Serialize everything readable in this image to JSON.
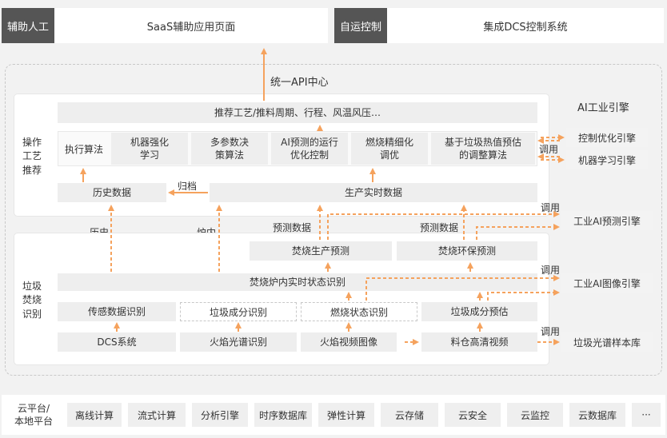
{
  "top": {
    "left_label": "辅助人工",
    "left_title": "SaaS辅助应用页面",
    "right_label": "自运控制",
    "right_title": "集成DCS控制系统"
  },
  "api_center": "统一API中心",
  "op": {
    "side_label": "操作\n工艺\n推荐",
    "recommend": "推荐工艺/推料周期、行程、风温风压…",
    "exec": "执行算法",
    "algos": [
      "机器强化\n学习",
      "多参数决\n策算法",
      "AI预测的运行\n优化控制",
      "燃烧精细化\n调优",
      "基于垃圾热值预估\n的调整算法"
    ],
    "history": "历史数据",
    "archive": "归档",
    "realtime": "生产实时数据"
  },
  "mid": {
    "history_data": "历史\n数据",
    "furnace_state": "炉内\n状态\n数据",
    "predict_data_1": "预测数据",
    "predict_data_2": "预测数据"
  },
  "rec": {
    "side_label": "垃圾\n焚烧\n识别",
    "prod_pred": "焚烧生产预测",
    "env_pred": "焚烧环保预测",
    "state_id": "焚烧炉内实时状态识别",
    "sensor": "传感数据识别",
    "garbage_comp": "垃圾成分识别",
    "burn_state": "燃烧状态识别",
    "comp_pred": "垃圾成分预估",
    "dcs": "DCS系统",
    "flame_spec": "火焰光谱识别",
    "flame_video": "火焰视频图像",
    "bin_video": "料仓高清视频"
  },
  "right": {
    "ai_engine": "AI工业引擎",
    "control_opt": "控制优化引擎",
    "ml": "机器学习引擎",
    "predict": "工业AI预测引擎",
    "image": "工业AI图像引擎",
    "spectrum": "垃圾光谱样本库",
    "call_1": "调用",
    "call_2": "调用",
    "call_3": "调用",
    "call_4": "调用"
  },
  "bottom": {
    "label": "云平台/\n本地平台",
    "items": [
      "离线计算",
      "流式计算",
      "分析引擎",
      "时序数据库",
      "弹性计算",
      "云存储",
      "云安全",
      "云监控",
      "云数据库",
      "···"
    ]
  },
  "colors": {
    "accent": "#f5a25d",
    "dark_bar": "#555555",
    "box_gray": "#eeeeee",
    "panel": "#ffffff"
  }
}
